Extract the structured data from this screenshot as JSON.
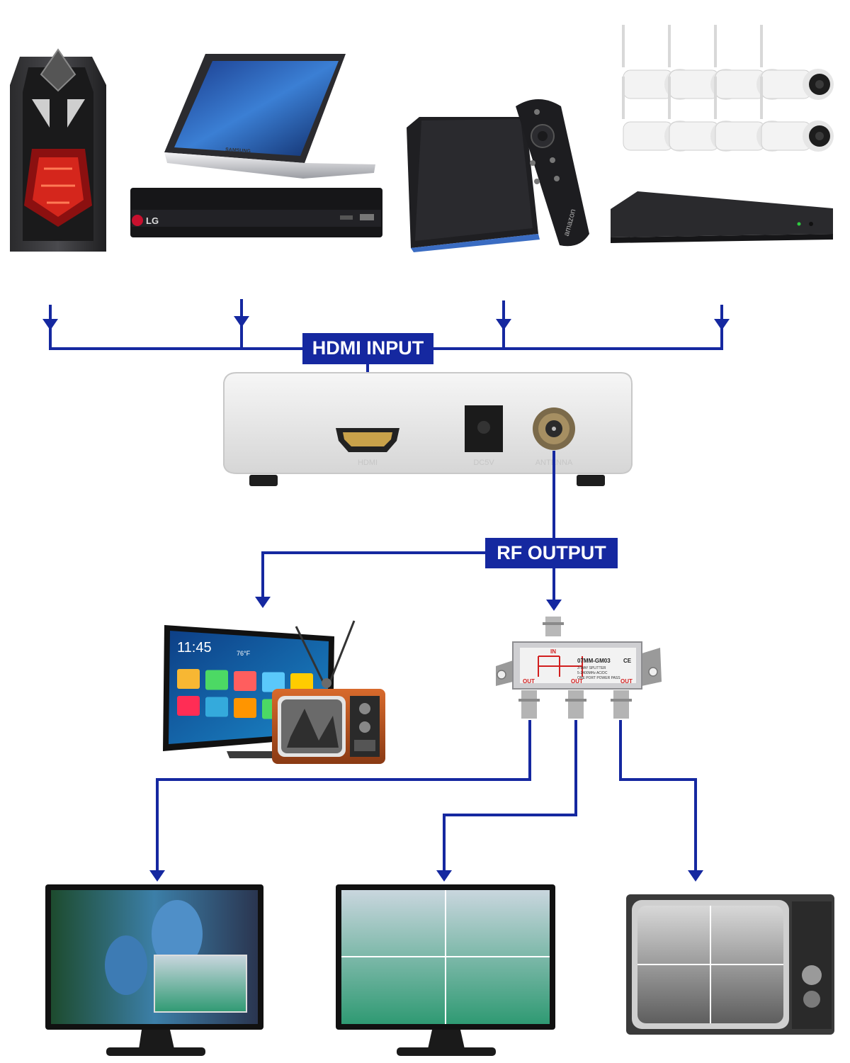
{
  "colors": {
    "line": "#1528a0",
    "label_bg": "#1528a0",
    "label_text": "#ffffff",
    "device_dark": "#1c1c1e",
    "device_light": "#e9e9e9",
    "accent_red": "#d21f1f"
  },
  "labels": {
    "hdmi_input": "HDMI INPUT",
    "rf_output": "RF OUTPUT"
  },
  "modulator": {
    "port_hdmi": "HDMI",
    "port_power": "DC5V",
    "port_antenna": "ANTENNA"
  },
  "brands": {
    "dvd": "LG",
    "remote": "amazon",
    "laptop": "SAMSUNG"
  },
  "smart_tv": {
    "clock": "11:45",
    "temp": "76°F"
  },
  "splitter": {
    "model": "07MM-GM03",
    "line1": "3-WAY SPLITTER",
    "line2": "5-2400MHz AC/DC",
    "line3": "ONE PORT POWER PASS",
    "in_label": "IN",
    "out_label": "OUT",
    "ce_mark": "CE"
  },
  "icons": {
    "arrow": "arrow-down-icon",
    "tower": "pc-tower-icon",
    "laptop": "laptop-icon",
    "dvd": "dvd-player-icon",
    "tvbox": "streaming-box-icon",
    "remote": "remote-control-icon",
    "nvr": "nvr-recorder-icon",
    "camera": "security-camera-icon",
    "modulator": "hdmi-rf-modulator-icon",
    "smart_tv": "smart-tv-icon",
    "retro_tv": "retro-tv-icon",
    "splitter": "rf-splitter-icon",
    "monitor": "monitor-icon"
  }
}
